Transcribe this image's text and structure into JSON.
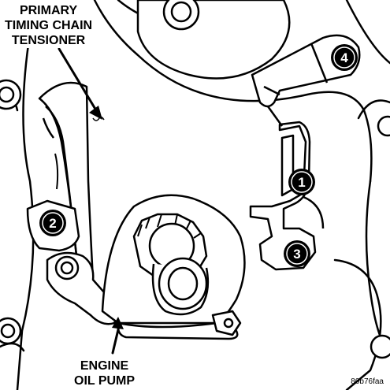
{
  "labels": {
    "tensioner_line1": "PRIMARY",
    "tensioner_line2": "TIMING CHAIN",
    "tensioner_line3": "TENSIONER",
    "pump_line1": "ENGINE",
    "pump_line2": "OIL PUMP",
    "figure_code": "80b76faa"
  },
  "callouts": [
    {
      "number": "1"
    },
    {
      "number": "2"
    },
    {
      "number": "3"
    },
    {
      "number": "4"
    }
  ],
  "colors": {
    "ink": "#000000",
    "paper": "#ffffff"
  }
}
